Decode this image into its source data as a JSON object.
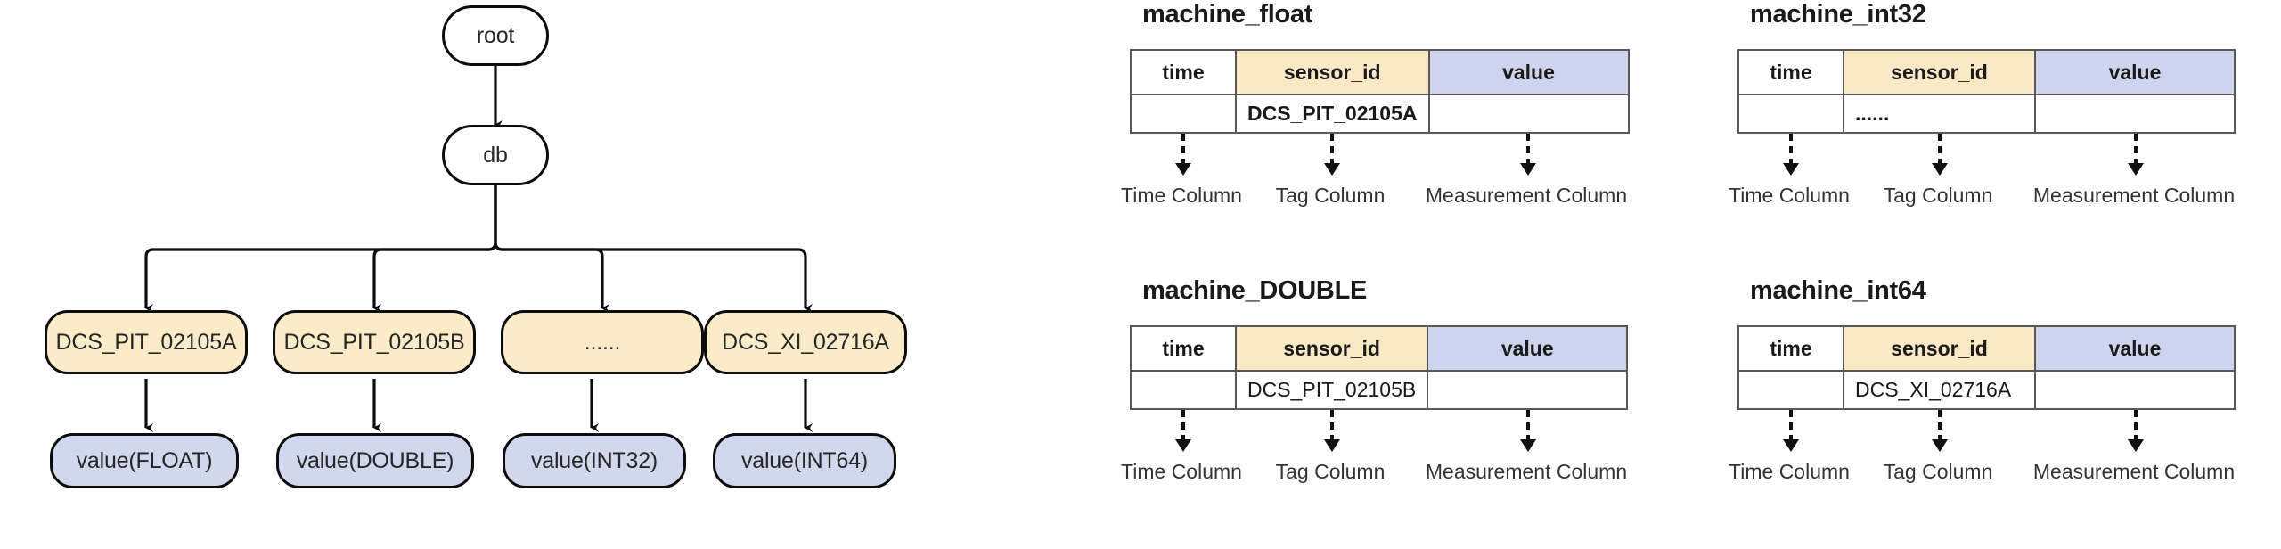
{
  "diagram": {
    "tree": {
      "root": {
        "label": "root"
      },
      "db": {
        "label": "db"
      },
      "sensors": [
        {
          "label": "DCS_PIT_02105A"
        },
        {
          "label": "DCS_PIT_02105B"
        },
        {
          "label": "......"
        },
        {
          "label": "DCS_XI_02716A"
        }
      ],
      "values": [
        {
          "label": "value(FLOAT)"
        },
        {
          "label": "value(DOUBLE)"
        },
        {
          "label": "value(INT32)"
        },
        {
          "label": "value(INT64)"
        }
      ]
    },
    "annotations": {
      "time_column": "Time Column",
      "tag_column": "Tag Column",
      "measurement_column": "Measurement Column"
    },
    "columns": {
      "time": "time",
      "sensor_id": "sensor_id",
      "value": "value"
    },
    "tables": [
      {
        "title": "machine_float",
        "headers": [
          "time",
          "sensor_id",
          "value"
        ],
        "row": {
          "time": "",
          "sensor_id": "DCS_PIT_02105A",
          "value": ""
        },
        "sensor_bold": true
      },
      {
        "title": "machine_int32",
        "headers": [
          "time",
          "sensor_id",
          "value"
        ],
        "row": {
          "time": "",
          "sensor_id": "......",
          "value": ""
        },
        "sensor_bold": true
      },
      {
        "title": "machine_DOUBLE",
        "headers": [
          "time",
          "sensor_id",
          "value"
        ],
        "row": {
          "time": "",
          "sensor_id": "DCS_PIT_02105B",
          "value": ""
        },
        "sensor_bold": false
      },
      {
        "title": "machine_int64",
        "headers": [
          "time",
          "sensor_id",
          "value"
        ],
        "row": {
          "time": "",
          "sensor_id": "DCS_XI_02716A",
          "value": ""
        },
        "sensor_bold": false
      }
    ],
    "colors": {
      "tag_header": "#FBE9C5",
      "value_header": "#CED4EE",
      "tree_sensor_fill": "#FBEBC8",
      "tree_value_fill": "#D2D7F0",
      "stroke": "#0d0d0d",
      "table_border": "#595959"
    }
  }
}
